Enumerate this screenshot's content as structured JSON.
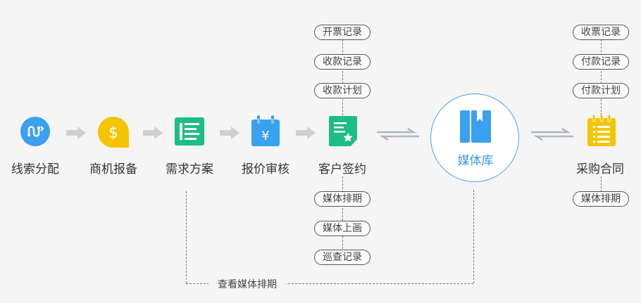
{
  "steps": [
    {
      "label": "线索分配",
      "icon": "link-path-icon",
      "color": "#3aa0f0"
    },
    {
      "label": "商机报备",
      "icon": "dollar-bubble-icon",
      "color": "#f5c400"
    },
    {
      "label": "需求方案",
      "icon": "document-lines-icon",
      "color": "#1dbd84"
    },
    {
      "label": "报价审核",
      "icon": "calendar-yen-icon",
      "color": "#3aa0f0"
    },
    {
      "label": "客户签约",
      "icon": "contract-star-icon",
      "color": "#1dbd84"
    }
  ],
  "hub": {
    "label": "媒体库",
    "icon": "book-icon",
    "color": "#3aa0f0"
  },
  "final_step": {
    "label": "采购合同",
    "icon": "notepad-list-icon",
    "color": "#f5c400"
  },
  "signing_top_pills": [
    "开票记录",
    "收款记录",
    "收款计划"
  ],
  "signing_bottom_pills": [
    "媒体排期",
    "媒体上画",
    "巡查记录"
  ],
  "purchase_top_pills": [
    "收票记录",
    "付款记录",
    "付款计划"
  ],
  "purchase_bottom_pills": [
    "媒体排期"
  ],
  "bottom_link_label": "查看媒体排期"
}
